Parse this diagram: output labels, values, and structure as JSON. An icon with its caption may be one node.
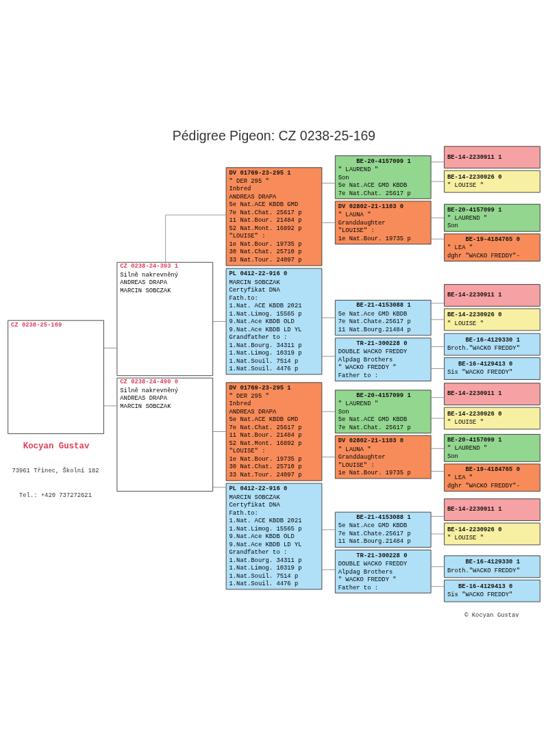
{
  "diagram": {
    "title": "Pédigree Pigeon: CZ 0238-25-169",
    "nodes": [
      {
        "text": [
          "CZ 0238-25-169"
        ]
      },
      {
        "text": [
          "CZ 0238-24-393 1",
          "Silně nakrevněný",
          "ANDREAS DRAPA",
          "MARCIN SOBCZAK"
        ]
      },
      {
        "text": [
          "DV 01769-23-295 1",
          "\" DER 295 \"",
          "Inbred",
          "ANDREAS DRAPA",
          "5e Nat.ACE KBDB GMD",
          "7e Nat.Chat. 25617 p",
          "11 Nat.Bour. 21484 p",
          "52 Nat.Mont. 16892 p",
          "\"LOUISE\" :",
          "1e Nat.Bour. 19735 p",
          "30 Nat.Chat. 25710 p",
          "33 Nat.Tour. 24097 p"
        ]
      },
      {
        "text": [
          "BE-20-4157099 1",
          "\" LAUREND \"",
          "Son",
          "5e Nat.ACE GMD KBDB",
          "7e Nat.Chat. 25617 p"
        ]
      },
      {
        "text": [
          "BE-14-2230911 1"
        ]
      },
      {
        "text": [
          "BE-14-2230926 0",
          "\" LOUISE \""
        ]
      },
      {
        "text": [
          "DV 02802-21-1103 0",
          "\" LAUNA \"",
          "Granddaughter",
          "\"LOUISE\" :",
          "1e Nat.Bour. 19735 p"
        ]
      },
      {
        "text": [
          "BE-20-4157099 1",
          "\" LAUREND \"",
          "Son"
        ]
      },
      {
        "text": [
          "BE-19-4184765 0",
          "\" LEA \"",
          "dghr \"WACKO FREDDY\"-"
        ]
      },
      {
        "text": [
          "PL 0412-22-916 0",
          "MARCIN SOBCZAK",
          "Certyfikat DNA",
          "Fath.to:",
          "1.Nat. ACE KBDB 2021",
          "1.Nat.Limog. 15565 p",
          "9.Nat.Ace KBDB OLD",
          "9.Nat.Ace KBDB LD YL",
          "Grandfather to :",
          "1.Nat.Bourg. 34311 p",
          "1.Nat.Limog. 10319 p",
          "1.Nat.Souil. 7514 p",
          "1.Nat.Souil. 4476 p"
        ]
      },
      {
        "text": [
          "BE-21-4153088 1",
          "5e Nat.Ace GMD KBDB",
          "7e Nat.Chate.25617 p",
          "11 Nat.Bourg.21484 p"
        ]
      },
      {
        "text": [
          "BE-14-2230911 1"
        ]
      },
      {
        "text": [
          "BE-14-2230926 0",
          "\" LOUISE \""
        ]
      },
      {
        "text": [
          "TR-21-300228 0",
          "DOUBLE WACKO FREDDY",
          "Alpdag Brothers",
          "\" WACKO FREDDY \"",
          "Father to :"
        ]
      },
      {
        "text": [
          "BE-16-4129330 1",
          "Broth.\"WACKO FREDDY\""
        ]
      },
      {
        "text": [
          "BE-16-4129413 0",
          "Sis \"WACKO FREDDY\""
        ]
      },
      {
        "text": [
          "CZ 0238-24-490 0",
          "Silně nakrevněný",
          "ANDREAS DRAPA",
          "MARCIN SOBCZAK"
        ]
      },
      {
        "text": [
          "DV 01769-23-295 1",
          "\" DER 295 \"",
          "Inbred",
          "ANDREAS DRAPA",
          "5e Nat.ACE KBDB GMD",
          "7e Nat.Chat. 25617 p",
          "11 Nat.Bour. 21484 p",
          "52 Nat.Mont. 16892 p",
          "\"LOUISE\" :",
          "1e Nat.Bour. 19735 p",
          "30 Nat.Chat. 25710 p",
          "33 Nat.Tour. 24097 p"
        ]
      },
      {
        "text": [
          "BE-20-4157099 1",
          "\" LAUREND \"",
          "Son",
          "5e Nat.ACE GMD KBDB",
          "7e Nat.Chat. 25617 p"
        ]
      },
      {
        "text": [
          "BE-14-2230911 1"
        ]
      },
      {
        "text": [
          "BE-14-2230926 0",
          "\" LOUISE \""
        ]
      },
      {
        "text": [
          "DV 02802-21-1103 0",
          "\" LAUNA \"",
          "Granddaughter",
          "\"LOUISE\" :",
          "1e Nat.Bour. 19735 p"
        ]
      },
      {
        "text": [
          "BE-20-4157099 1",
          "\" LAUREND \"",
          "Son"
        ]
      },
      {
        "text": [
          "BE-19-4184765 0",
          "\" LEA \"",
          "dghr \"WACKO FREDDY\"-"
        ]
      },
      {
        "text": [
          "PL 0412-22-916 0",
          "MARCIN SOBCZAK",
          "Certyfikat DNA",
          "Fath.to:",
          "1.Nat. ACE KBDB 2021",
          "1.Nat.Limog. 15565 p",
          "9.Nat.Ace KBDB OLD",
          "9.Nat.Ace KBDB LD YL",
          "Grandfather to :",
          "1.Nat.Bourg. 34311 p",
          "1.Nat.Limog. 10319 p",
          "1.Nat.Souil. 7514 p",
          "1.Nat.Souil. 4476 p"
        ]
      },
      {
        "text": [
          "BE-21-4153088 1",
          "5e Nat.Ace GMD KBDB",
          "7e Nat.Chate.25617 p",
          "11 Nat.Bourg.21484 p"
        ]
      },
      {
        "text": [
          "BE-14-2230911 1"
        ]
      },
      {
        "text": [
          "BE-14-2230926 0",
          "\" LOUISE \""
        ]
      },
      {
        "text": [
          "TR-21-300228 0",
          "DOUBLE WACKO FREDDY",
          "Alpdag Brothers",
          "\" WACKO FREDDY \"",
          "Father to :"
        ]
      },
      {
        "text": [
          "BE-16-4129330 1",
          "Broth.\"WACKO FREDDY\""
        ]
      },
      {
        "text": [
          "BE-16-4129413 0",
          "Sis \"WACKO FREDDY\""
        ]
      }
    ],
    "edges": [
      {
        "from": 0,
        "to": 1,
        "arrow": "none"
      },
      {
        "from": 0,
        "to": 16,
        "arrow": "none"
      },
      {
        "from": 1,
        "to": 2,
        "arrow": "none"
      },
      {
        "from": 1,
        "to": 9,
        "arrow": "none"
      },
      {
        "from": 2,
        "to": 3,
        "arrow": "none"
      },
      {
        "from": 2,
        "to": 6,
        "arrow": "none"
      },
      {
        "from": 3,
        "to": 4,
        "arrow": "none"
      },
      {
        "from": 3,
        "to": 5,
        "arrow": "none"
      },
      {
        "from": 6,
        "to": 7,
        "arrow": "none"
      },
      {
        "from": 6,
        "to": 8,
        "arrow": "none"
      },
      {
        "from": 9,
        "to": 10,
        "arrow": "none"
      },
      {
        "from": 9,
        "to": 13,
        "arrow": "none"
      },
      {
        "from": 10,
        "to": 11,
        "arrow": "none"
      },
      {
        "from": 10,
        "to": 12,
        "arrow": "none"
      },
      {
        "from": 13,
        "to": 14,
        "arrow": "none"
      },
      {
        "from": 13,
        "to": 15,
        "arrow": "none"
      },
      {
        "from": 16,
        "to": 17,
        "arrow": "none"
      },
      {
        "from": 16,
        "to": 24,
        "arrow": "none"
      },
      {
        "from": 17,
        "to": 18,
        "arrow": "none"
      },
      {
        "from": 17,
        "to": 21,
        "arrow": "none"
      },
      {
        "from": 18,
        "to": 19,
        "arrow": "none"
      },
      {
        "from": 18,
        "to": 20,
        "arrow": "none"
      },
      {
        "from": 21,
        "to": 22,
        "arrow": "none"
      },
      {
        "from": 21,
        "to": 23,
        "arrow": "none"
      },
      {
        "from": 24,
        "to": 25,
        "arrow": "none"
      },
      {
        "from": 24,
        "to": 28,
        "arrow": "none"
      },
      {
        "from": 25,
        "to": 26,
        "arrow": "none"
      },
      {
        "from": 25,
        "to": 27,
        "arrow": "none"
      },
      {
        "from": 28,
        "to": 29,
        "arrow": "none"
      },
      {
        "from": 28,
        "to": 30,
        "arrow": "none"
      }
    ],
    "labels": [
      "Kocyan Gustav",
      "73961 Třinec, Školní 182",
      "Tel.: +420 737272621",
      "© Kocyan Gustav"
    ]
  }
}
